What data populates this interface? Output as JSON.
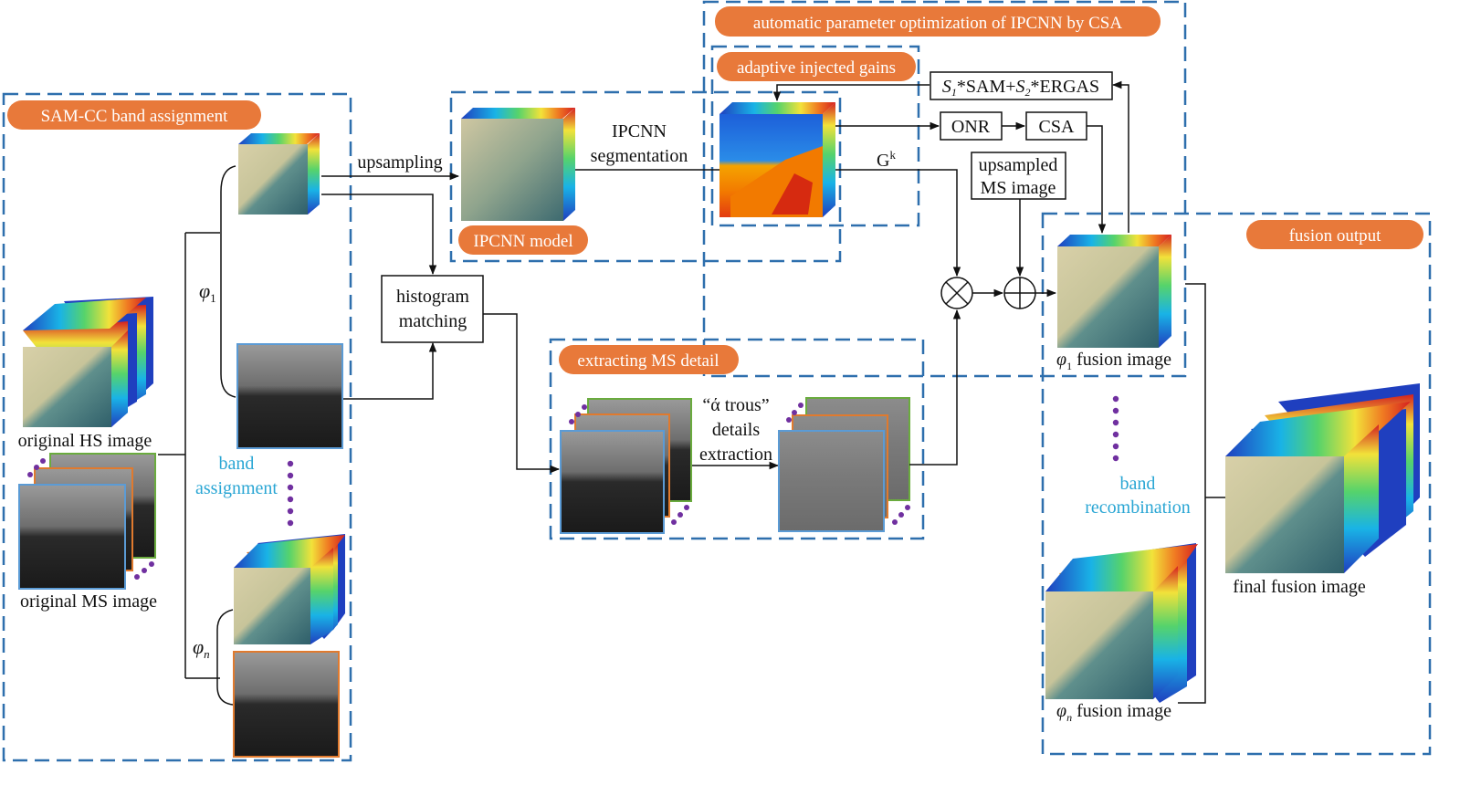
{
  "colors": {
    "dashed_box": "#2e6fad",
    "pill": "#e8793a",
    "pill_text": "#ffffff",
    "blue_text": "#2aa6d4",
    "dots": "#7030a0",
    "arrow": "#111111",
    "ms_frame_green": "#6aab3e",
    "ms_frame_orange": "#e07a2e",
    "ms_frame_blue": "#5b9bd5"
  },
  "sections": {
    "sam_cc": "SAM-CC band assignment",
    "ipcnn_model": "IPCNN model",
    "automatic_opt": "automatic parameter optimization of IPCNN by CSA",
    "adaptive_gains": "adaptive injected gains",
    "extracting_ms": "extracting MS detail",
    "fusion_output": "fusion output"
  },
  "labels": {
    "original_hs": "original HS image",
    "original_ms": "original MS image",
    "band_assignment_1": "band",
    "band_assignment_2": "assignment",
    "phi_1": "φ",
    "phi_1_sub": "1",
    "phi_n": "φ",
    "phi_n_sub": "n",
    "upsampling": "upsampling",
    "histogram_1": "histogram",
    "histogram_2": "matching",
    "ipcnn_seg_1": "IPCNN",
    "ipcnn_seg_2": "segmentation",
    "gk": "G",
    "gk_sup": "k",
    "atrous_1": "“ά trous”",
    "atrous_2": "details",
    "atrous_3": "extraction",
    "sam_ergas_s1": "S",
    "sam_ergas_s1_sub": "1",
    "sam_ergas_mid": "*SAM+",
    "sam_ergas_s2": "S",
    "sam_ergas_s2_sub": "2",
    "sam_ergas_end": "*ERGAS",
    "onr": "ONR",
    "csa": "CSA",
    "upsampled_ms_1": "upsampled",
    "upsampled_ms_2": "MS image",
    "phi1_fusion": " fusion image",
    "phin_fusion": " fusion image",
    "band_recombination_1": "band",
    "band_recombination_2": "recombination",
    "final_fusion": "final fusion image"
  },
  "operators": {
    "multiply": "multiply-operator",
    "add": "add-operator"
  }
}
